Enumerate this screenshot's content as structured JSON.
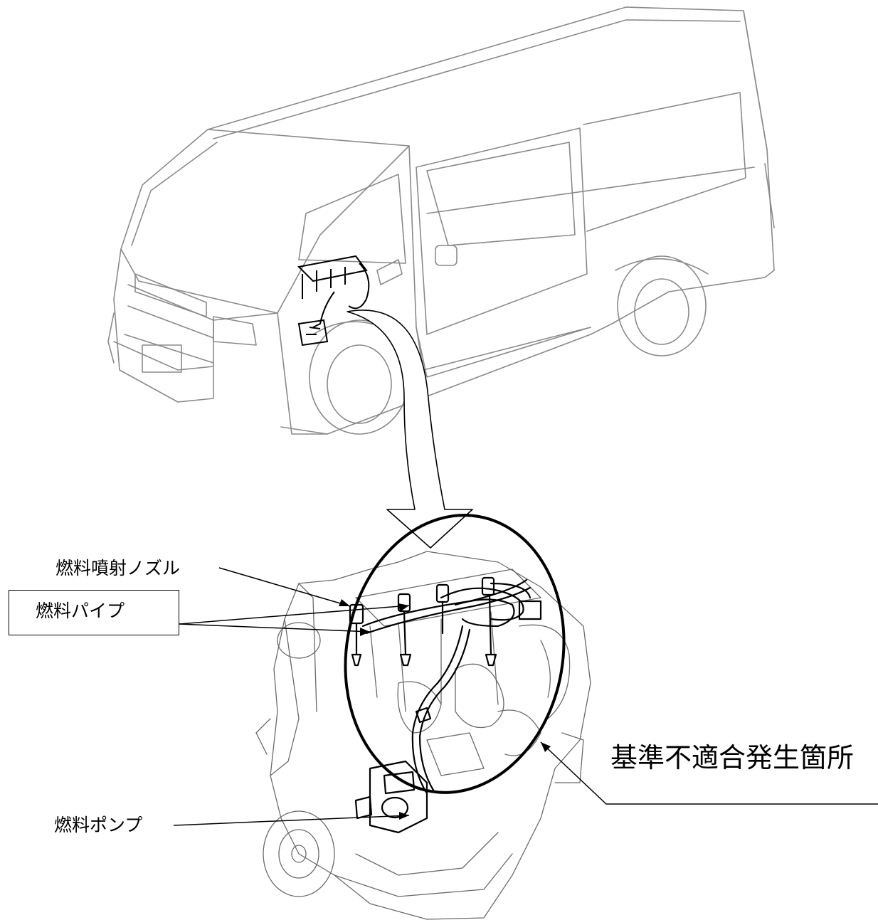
{
  "labels": {
    "fuel_injection_nozzle": "燃料噴射ノズル",
    "fuel_pipe": "燃料パイプ",
    "fuel_pump": "燃料ポンプ",
    "defect_location": "基準不適合発生箇所"
  },
  "colors": {
    "line": "#000000",
    "van_outline": "#8a8a8a",
    "background": "#ffffff"
  }
}
